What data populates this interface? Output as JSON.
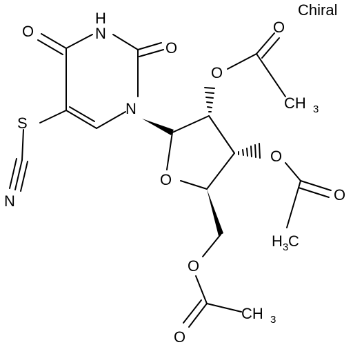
{
  "figure": {
    "chiral_label": "Chiral",
    "atoms": {
      "o_c4": "O",
      "n_h": "N",
      "h_n3": "H",
      "o_c2": "O",
      "n_1": "N",
      "s": "S",
      "n_cn": "N",
      "o_ring": "O",
      "o_2ac": "O",
      "o_2ac_dbl": "O",
      "c_2ac_ch3": "CH",
      "c_2ac_ch3_sub": "3",
      "o_3ac": "O",
      "o_3ac_dbl": "O",
      "c_3ac_ch3": "H",
      "c_3ac_ch3_sub": "3",
      "c_3ac_ch3_c": "C",
      "o_5ac": "O",
      "o_5ac_dbl": "O",
      "c_5ac_ch3": "CH",
      "c_5ac_ch3_sub": "3"
    }
  }
}
